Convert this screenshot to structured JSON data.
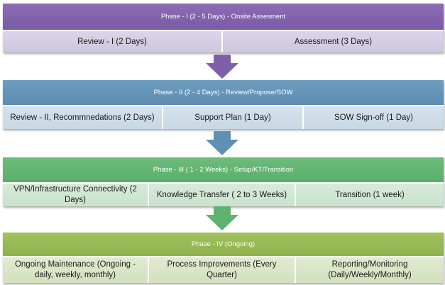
{
  "colors": {
    "phase1": "#7f5fa9",
    "phase2": "#6091b5",
    "phase3": "#5fb270",
    "phase4": "#93b552"
  },
  "phases": [
    {
      "title": "Phase - I (2 - 5 Days) - Onsite Assesment",
      "steps": [
        "Review  - I (2 Days)",
        "Assessment (3 Days)"
      ]
    },
    {
      "title": "Phase - II (2 - 4 Days) - Review/Propose/SOW",
      "steps": [
        "Review - II, Recommnedations (2 Days)",
        "Support Plan (1 Day)",
        "SOW Sign-off (1 Day)"
      ]
    },
    {
      "title": "Phase - III ( 1 - 2 Weeks) - Setup/KT/Transition",
      "steps": [
        "VPN/Infrastructure Connectivity (2 Days)",
        "Knowledge Transfer ( 2 to 3 Weeks)",
        "Transition (1 week)"
      ]
    },
    {
      "title": "Phase - IV (Ongoing)",
      "steps": [
        "Ongoing Maintenance (Ongoing - daily, weekly, monthly)",
        "Process Improvements (Every Quarter)",
        "Reporting/Monitoring (Daily/Weekly/Monthly)"
      ]
    }
  ]
}
